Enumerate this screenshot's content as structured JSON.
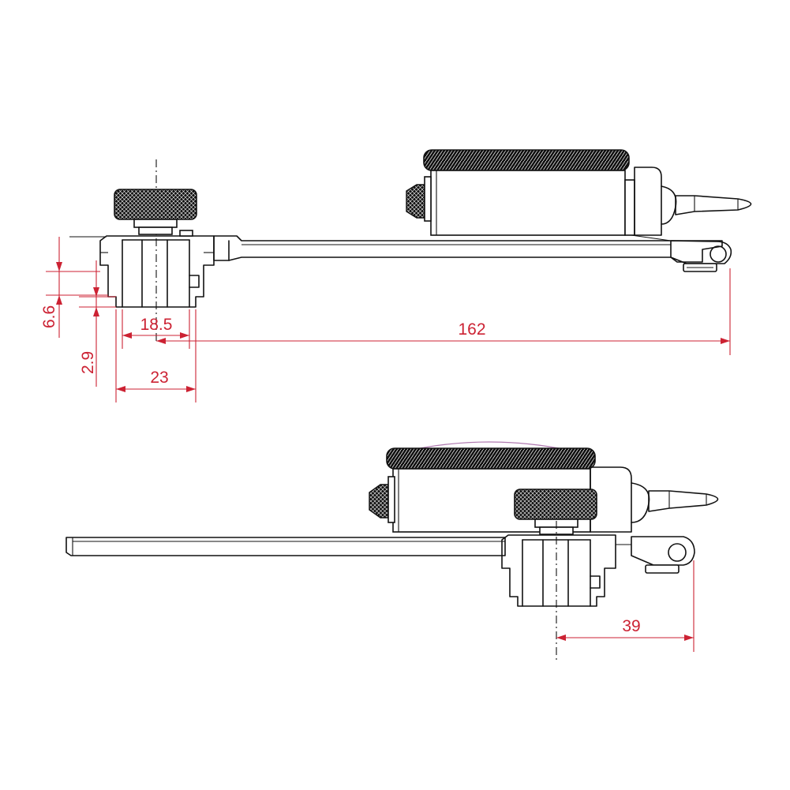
{
  "dimensions": {
    "top_view": {
      "height_a": "6.6",
      "height_b": "2.9",
      "inner_width": "18.5",
      "outer_width": "23",
      "length": "162"
    },
    "bottom_view": {
      "offset": "39"
    }
  },
  "colors": {
    "line": "#111111",
    "dimension": "#cc2233",
    "background": "#ffffff"
  }
}
